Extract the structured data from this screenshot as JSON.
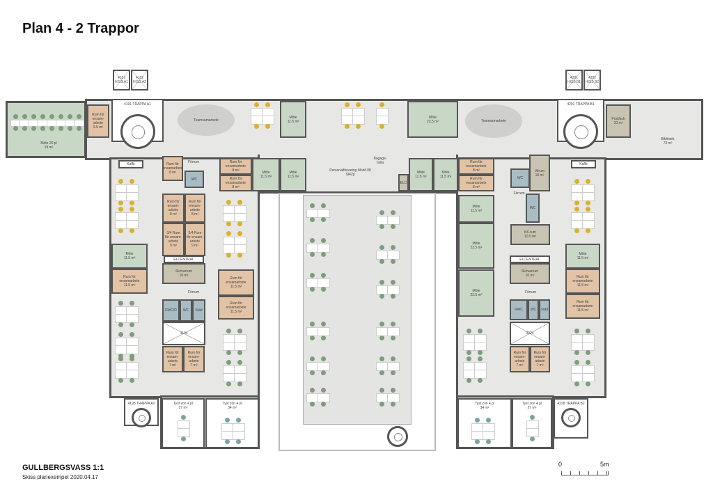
{
  "title": "Plan 4 - 2 Trappor",
  "footer": {
    "project": "GULLBERGSVASS 1:1",
    "subtitle": "Skiss planexempel   2020.04.17"
  },
  "scale": {
    "zero": "0",
    "end": "5m"
  },
  "colors": {
    "meeting": "#c9d7c7",
    "solo": "#e2c3a5",
    "wc": "#a9bcc4",
    "service": "#c9c4b1",
    "floor": "#e7e7e5",
    "wall": "#555555"
  },
  "rooms": [
    {
      "name": "Möte 20 pl",
      "area": "19 m²"
    },
    {
      "name": "Rum för ensam-arbete",
      "area": "9.5 m²"
    },
    {
      "name": "4191 TRAPPA A1",
      "area": ""
    },
    {
      "name": "4181 HISS A1",
      "area": ""
    },
    {
      "name": "4182 HISS A2",
      "area": ""
    },
    {
      "name": "Teamsamarbete",
      "area": ""
    },
    {
      "name": "Möte",
      "area": "11.5 m²"
    },
    {
      "name": "Möte",
      "area": "23.5 m²"
    },
    {
      "name": "Teamsamarbete",
      "area": ""
    },
    {
      "name": "4291 TRAPPA B1",
      "area": ""
    },
    {
      "name": "4281 HISS B1",
      "area": ""
    },
    {
      "name": "4282 HISS B2",
      "area": ""
    },
    {
      "name": "Postfack",
      "area": "10 m²"
    },
    {
      "name": "Bibliotek",
      "area": "73 m²"
    },
    {
      "name": "Kaffe",
      "area": ""
    },
    {
      "name": "Kaffe",
      "area": ""
    },
    {
      "name": "Rum för ensamarbete",
      "area": "8 m²"
    },
    {
      "name": "Förrum",
      "area": ""
    },
    {
      "name": "WC",
      "area": ""
    },
    {
      "name": "Rum för ensamarbete",
      "area": "8 m²"
    },
    {
      "name": "Rum för ensamarbete",
      "area": "8 m²"
    },
    {
      "name": "Möte",
      "area": "11.5 m²"
    },
    {
      "name": "Möte",
      "area": "11.5 m²"
    },
    {
      "name": "Personalförvaring Mobil 08 St42p",
      "area": ""
    },
    {
      "name": "Bagage-hylla",
      "area": ""
    },
    {
      "name": "ELC",
      "area": ""
    },
    {
      "name": "Möte",
      "area": "11.5 m²"
    },
    {
      "name": "Möte",
      "area": "11.5 m²"
    },
    {
      "name": "Rum för ensamarbete",
      "area": "8 m²"
    },
    {
      "name": "Rum för ensamarbete",
      "area": "8 m²"
    },
    {
      "name": "WC",
      "area": ""
    },
    {
      "name": "Vilrum",
      "area": "10 m²"
    },
    {
      "name": "Rum för ensam-arbete",
      "area": "8 m²"
    },
    {
      "name": "Rum för ensam-arbete",
      "area": "8 m²"
    },
    {
      "name": "3/4 Rum för ensam-arbete",
      "area": "9 m²"
    },
    {
      "name": "3/4 Rum för ensam-arbete",
      "area": "9 m²"
    },
    {
      "name": "ELCENTRAL",
      "area": ""
    },
    {
      "name": "Skrivarrum",
      "area": "10 m²"
    },
    {
      "name": "Möte",
      "area": "11.5 m²"
    },
    {
      "name": "Rum för ensamarbete",
      "area": "11.5 m²"
    },
    {
      "name": "Rum för ensamarbete",
      "area": "11.5 m²"
    },
    {
      "name": "Rum för ensamarbete",
      "area": "11.5 m²"
    },
    {
      "name": "RWC/D",
      "area": ""
    },
    {
      "name": "WC",
      "area": ""
    },
    {
      "name": "Städ",
      "area": ""
    },
    {
      "name": "4194",
      "area": ""
    },
    {
      "name": "Rum för ensam-arbete",
      "area": "7 m²"
    },
    {
      "name": "Rum för ensam-arbete",
      "area": "7 m²"
    },
    {
      "name": "4198 TRAPPA A2",
      "area": ""
    },
    {
      "name": "Tyst zon 4 pl",
      "area": "27 m²"
    },
    {
      "name": "Tyst zon 4 pl",
      "area": "34 m²"
    },
    {
      "name": "Möte",
      "area": "11.5 m²"
    },
    {
      "name": "Möte",
      "area": "23.5 m²"
    },
    {
      "name": "Möte",
      "area": "23.5 m²"
    },
    {
      "name": "WC",
      "area": ""
    },
    {
      "name": "KK-rum",
      "area": "10.5 m²"
    },
    {
      "name": "ELCENTRAL",
      "area": ""
    },
    {
      "name": "Skrivarrum",
      "area": "10 m²"
    },
    {
      "name": "Möte",
      "area": "11.5 m²"
    },
    {
      "name": "Rum för ensamarbete",
      "area": "11.5 m²"
    },
    {
      "name": "Rum för ensamarbete",
      "area": "11.5 m²"
    },
    {
      "name": "RWC",
      "area": ""
    },
    {
      "name": "WC",
      "area": ""
    },
    {
      "name": "Städ",
      "area": ""
    },
    {
      "name": "4224",
      "area": ""
    },
    {
      "name": "Rum för ensam-arbete",
      "area": "7 m²"
    },
    {
      "name": "Rum för ensam-arbete",
      "area": "7 m²"
    },
    {
      "name": "Tyst zon 4 pl",
      "area": "34 m²"
    },
    {
      "name": "Tyst zon 4 pl",
      "area": "27 m²"
    },
    {
      "name": "4228 TRAPPA B2",
      "area": ""
    },
    {
      "name": "Förrum",
      "area": ""
    },
    {
      "name": "Förrum",
      "area": ""
    },
    {
      "name": "Förrum",
      "area": ""
    }
  ]
}
